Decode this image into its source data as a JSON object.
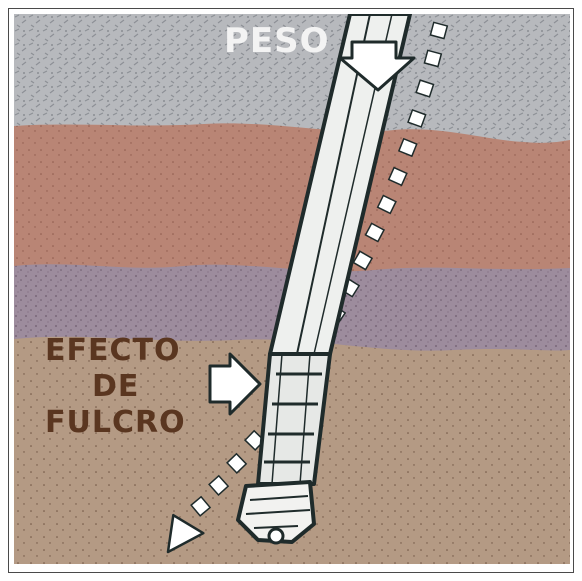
{
  "labels": {
    "weight": "PESO",
    "fulcrum_line1": "EFECTO",
    "fulcrum_line2": "DE",
    "fulcrum_line3": "FULCRO"
  },
  "colors": {
    "gray_layer": "#b7b9bd",
    "red_layer": "#b98575",
    "purple_layer": "#9d8c9d",
    "tan_layer": "#b49a84",
    "pipe": "#eef0ee",
    "outline": "#1f2b2b",
    "label_dark": "#5a3620"
  }
}
